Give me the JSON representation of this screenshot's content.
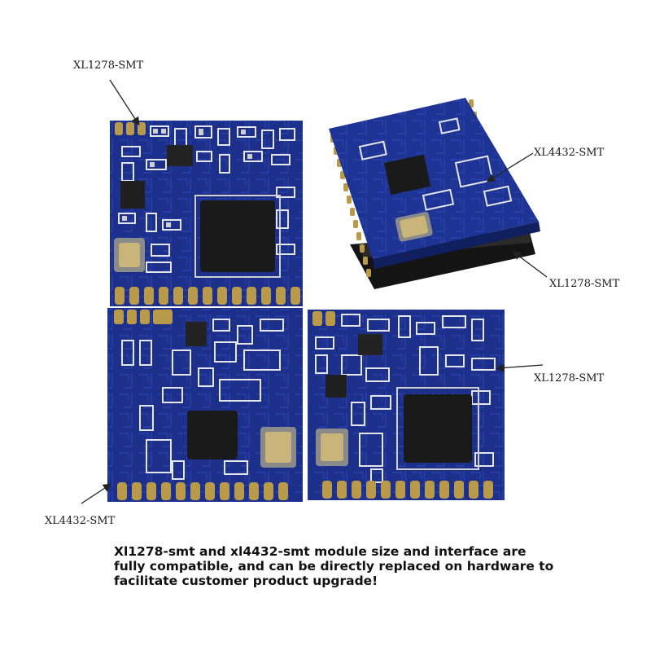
{
  "labels": {
    "top_left": "XL1278-SMT",
    "right_top": "XL4432-SMT",
    "right_middle": "XL1278-SMT",
    "right_lower": "XL1278-SMT",
    "bottom_left": "XL4432-SMT"
  },
  "caption": {
    "line1": "Xl1278-smt and xl4432-smt module size and interface are",
    "line2": "fully compatible, and can be directly replaced on hardware to",
    "line3": "facilitate customer product upgrade!"
  },
  "colors": {
    "pcb_blue": "#1c2f8a",
    "pad_gold": "#b89a4a",
    "chip_black": "#1a1a1a",
    "silkscreen": "#e6e6e6"
  }
}
